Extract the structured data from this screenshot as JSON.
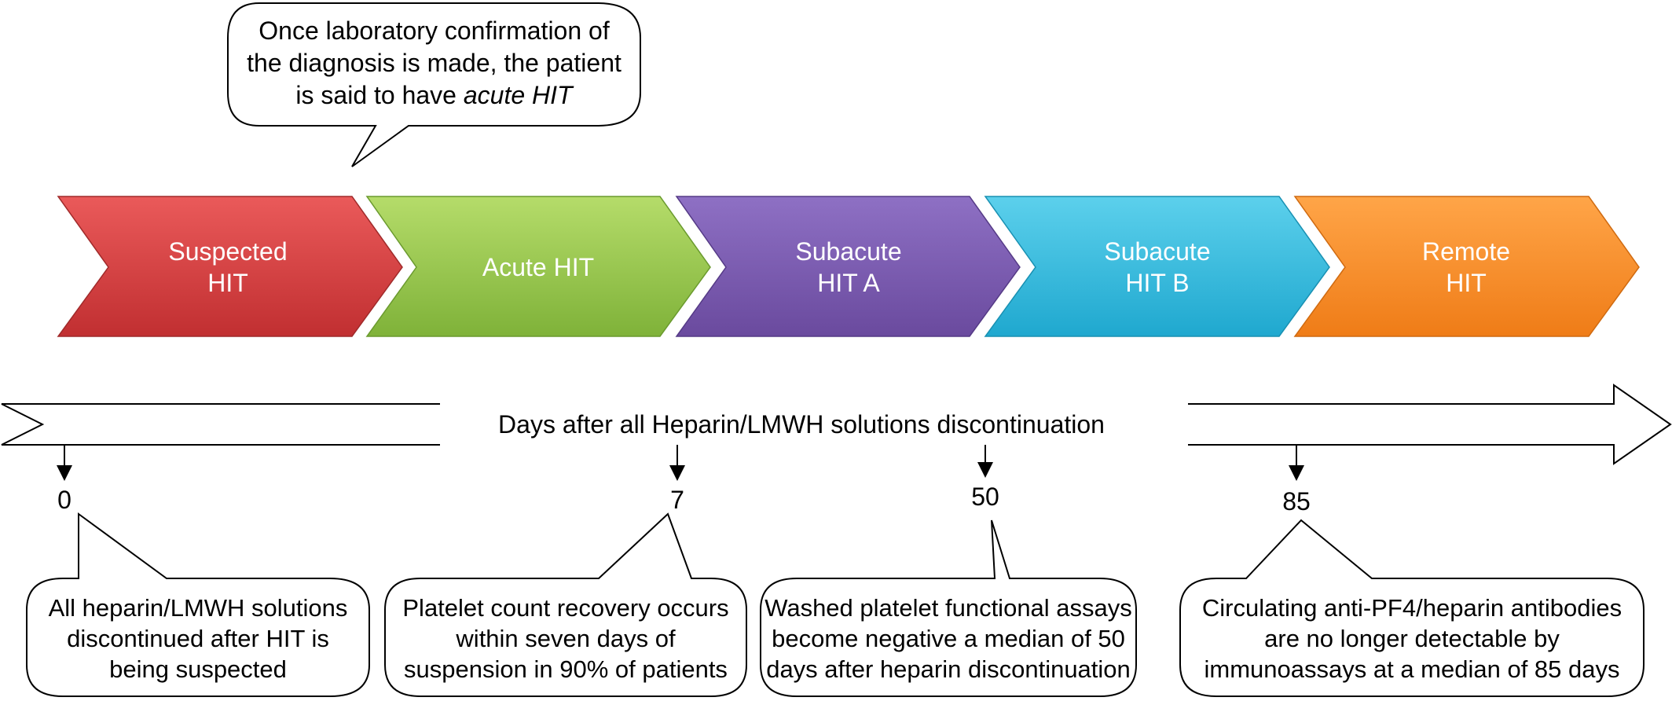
{
  "top_callout": {
    "line1": "Once laboratory confirmation of",
    "line2": "the diagnosis is made, the patient",
    "line3_plain": "is said to have ",
    "line3_italic": "acute HIT"
  },
  "stages": [
    {
      "line1": "Suspected",
      "line2": "HIT",
      "color_light": "#ea5a5a",
      "color_dark": "#c12f31"
    },
    {
      "line1": "Acute HIT",
      "line2": "",
      "color_light": "#b5dc6a",
      "color_dark": "#7fb239"
    },
    {
      "line1": "Subacute",
      "line2": "HIT A",
      "color_light": "#8e70c4",
      "color_dark": "#6a4a9e"
    },
    {
      "line1": "Subacute",
      "line2": "HIT B",
      "color_light": "#5cd0ec",
      "color_dark": "#1fa8cf"
    },
    {
      "line1": "Remote",
      "line2": "HIT",
      "color_light": "#ffa548",
      "color_dark": "#ef7c17"
    }
  ],
  "timeline": {
    "caption": "Days after all Heparin/LMWH solutions discontinuation",
    "days": [
      "0",
      "7",
      "50",
      "85"
    ]
  },
  "bottom_callouts": [
    {
      "lines": [
        "All heparin/LMWH solutions",
        "discontinued after HIT is",
        "being suspected"
      ]
    },
    {
      "lines": [
        "Platelet count recovery occurs",
        "within seven days of",
        "suspension in 90% of patients"
      ]
    },
    {
      "lines": [
        "Washed platelet functional assays",
        "become negative a median of 50",
        "days after heparin discontinuation"
      ]
    },
    {
      "lines": [
        "Circulating anti-PF4/heparin antibodies",
        "are no longer detectable by",
        "immunoassays at a median of 85 days"
      ]
    }
  ]
}
